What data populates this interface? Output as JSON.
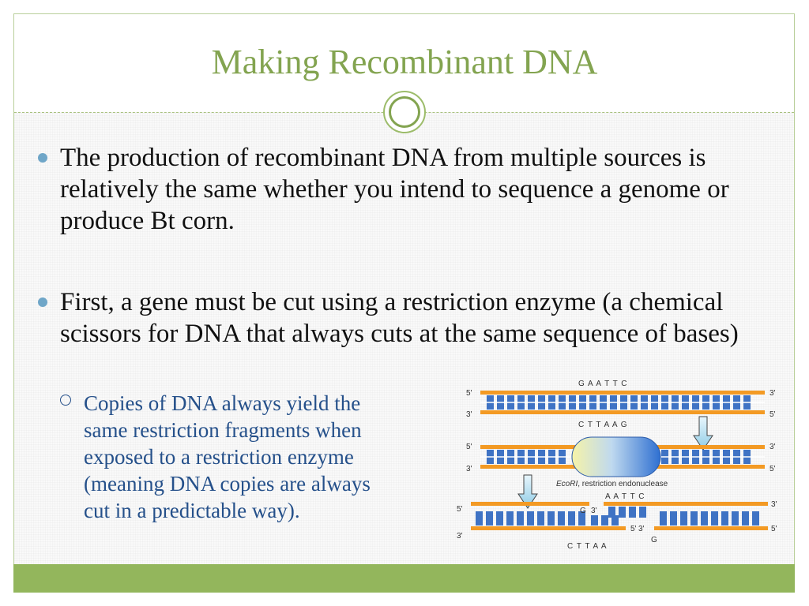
{
  "slide": {
    "title": "Making Recombinant DNA",
    "bullets": [
      "The production of recombinant DNA from multiple sources is relatively the same whether you intend to sequence a genome or produce Bt corn.",
      "First, a gene must be cut using a restriction enzyme (a chemical scissors for DNA that always cuts at the same sequence of bases)"
    ],
    "sub_bullet": "Copies of DNA always yield the\nsame restriction fragments when\n exposed to a restriction enzyme\n(meaning DNA copies are always\ncut in a predictable way)."
  },
  "figure": {
    "top_sequence": "G A A T T C",
    "bottom_sequence": "C T T A A G",
    "enzyme_name": "EcoRI",
    "enzyme_suffix": ", restriction endonuclease",
    "sticky_top": "A A T T C",
    "sticky_bottom": "C T T A A",
    "g_label": "G",
    "prime_5": "5'",
    "prime_3": "3'",
    "colors": {
      "backbone": "#f39a24",
      "base": "#3f73c4",
      "enzyme": "#2e6fd1",
      "arrow": "#9fd3ea"
    }
  },
  "theme": {
    "title_color": "#83a450",
    "sub_text_color": "#25508a",
    "bullet_color": "#6fa6c8",
    "footer_color": "#93b65c"
  }
}
